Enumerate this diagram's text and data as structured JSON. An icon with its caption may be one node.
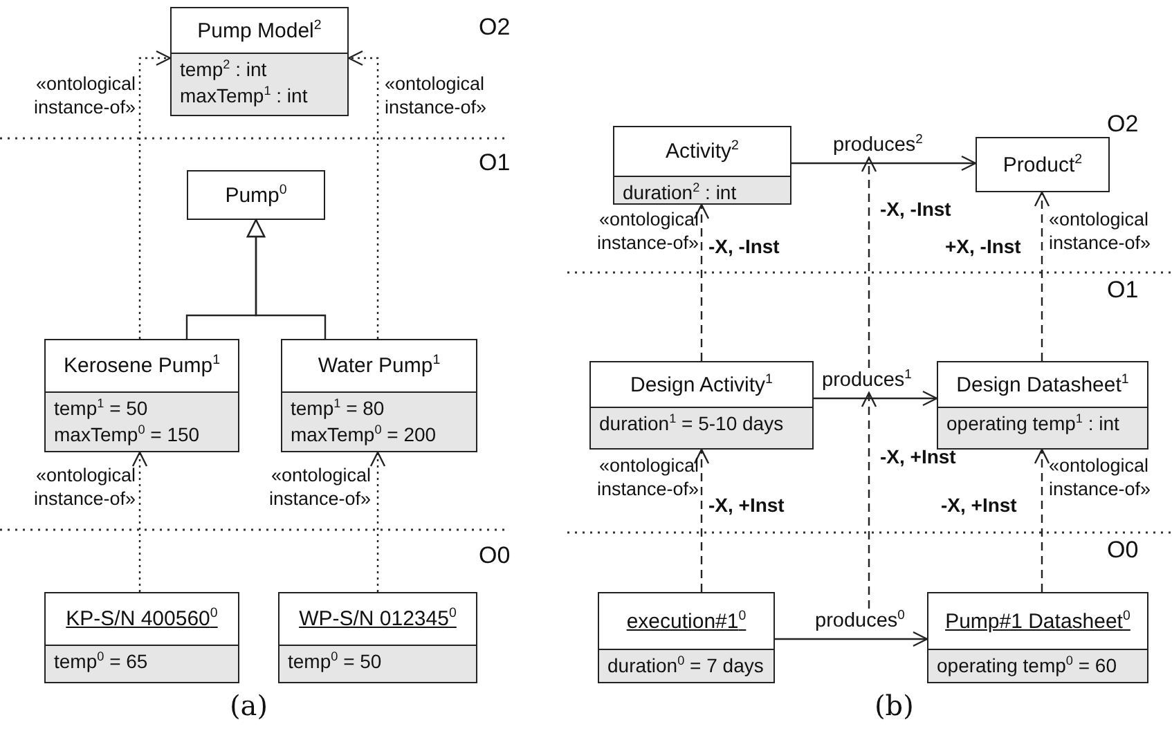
{
  "diagram": {
    "nodes": [
      {
        "text": [
          "Pump Model$^{2}$",
          "temp$^{2}$ : int",
          "maxTemp$^{1}$ : int"
        ]
      },
      {
        "text": [
          "Pump$^{0}$"
        ]
      },
      {
        "text": [
          "Kerosene Pump$^{1}$",
          "temp$^{1}$ = 50",
          "maxTemp$^{0}$ = 150"
        ]
      },
      {
        "text": [
          "Water Pump$^{1}$",
          "temp$^{1}$ = 80",
          "maxTemp$^{0}$ = 200"
        ]
      },
      {
        "text": [
          "KP-S/N 400560$^{0}$",
          "temp$^{0}$ = 65"
        ]
      },
      {
        "text": [
          "WP-S/N 012345$^{0}$",
          "temp$^{0}$ = 50"
        ]
      },
      {
        "text": [
          "Activity$^{2}$",
          "duration$^{2}$ : int"
        ]
      },
      {
        "text": [
          "Product$^{2}$"
        ]
      },
      {
        "text": [
          "Design Activity$^{1}$",
          "duration$^{1}$ = 5-10 days"
        ]
      },
      {
        "text": [
          "Design Datasheet$^{1}$",
          "operating temp$^{1}$ : int"
        ]
      },
      {
        "text": [
          "execution#1$^{0}$",
          "duration$^{0}$ = 7 days"
        ]
      },
      {
        "text": [
          "Pump#1 Datasheet$^{0}$",
          "operating temp$^{0}$ = 60"
        ]
      },
      {
        "text": [
          "produces$^{2}$"
        ]
      },
      {
        "text": [
          "produces$^{1}$"
        ]
      },
      {
        "text": [
          "produces$^{0}$"
        ]
      }
    ],
    "edges": [
      {
        "from": 2,
        "to": 1,
        "arrow": "to"
      },
      {
        "from": 3,
        "to": 1,
        "arrow": "to"
      },
      {
        "from": 2,
        "to": 0,
        "arrow": "to",
        "style": "dashed",
        "label": "«ontological instance-of»"
      },
      {
        "from": 3,
        "to": 0,
        "arrow": "to",
        "style": "dashed",
        "label": "«ontological instance-of»"
      },
      {
        "from": 4,
        "to": 2,
        "arrow": "to",
        "style": "dashed",
        "label": "«ontological instance-of»"
      },
      {
        "from": 5,
        "to": 3,
        "arrow": "to",
        "style": "dashed",
        "label": "«ontological instance-of»"
      },
      {
        "from": 6,
        "to": 7,
        "arrow": "to"
      },
      {
        "from": 8,
        "to": 9,
        "arrow": "to"
      },
      {
        "from": 10,
        "to": 11,
        "arrow": "to"
      },
      {
        "from": 8,
        "to": 6,
        "arrow": "to",
        "style": "dashed",
        "label": "«ontological instance-of»"
      },
      {
        "from": 9,
        "to": 7,
        "arrow": "to",
        "style": "dashed",
        "label": "«ontological instance-of»"
      },
      {
        "from": 13,
        "to": 12,
        "arrow": "to",
        "style": "dashed",
        "label": "-X, -Inst"
      },
      {
        "from": 10,
        "to": 8,
        "arrow": "to",
        "style": "dashed",
        "label": "«ontological instance-of»"
      },
      {
        "from": 11,
        "to": 9,
        "arrow": "to",
        "style": "dashed",
        "label": "«ontological instance-of»"
      },
      {
        "from": 14,
        "to": 13,
        "arrow": "to",
        "style": "dashed",
        "label": "-X, +Inst"
      }
    ],
    "labels": [
      "O2",
      "O1",
      "O0",
      "(a)",
      "O2",
      "-X, -Inst",
      "+X, -Inst",
      "O1",
      "-X, +Inst",
      "-X, +Inst",
      "O0",
      "(b)"
    ]
  }
}
